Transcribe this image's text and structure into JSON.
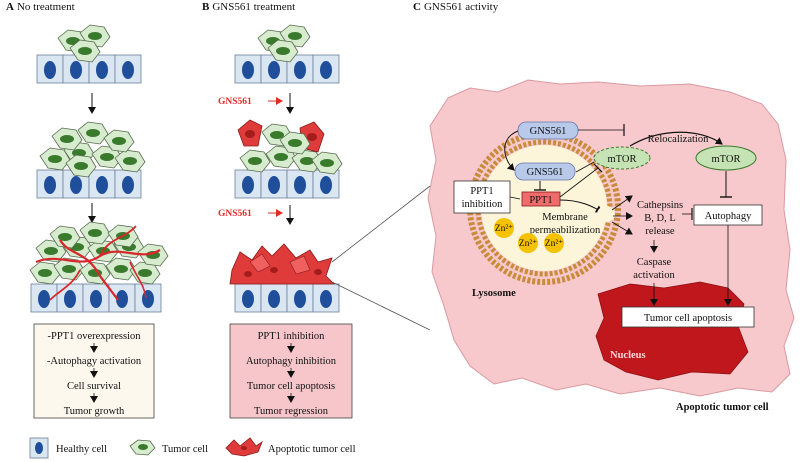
{
  "panels": {
    "a": {
      "letter": "A",
      "title": "No treatment"
    },
    "b": {
      "letter": "B",
      "title": "GNS561 treatment"
    },
    "c": {
      "letter": "C",
      "title": "GNS561 activity"
    }
  },
  "drug_label": "GNS561",
  "panel_a_steps": [
    "-PPT1 overexpression",
    "-Autophagy activation",
    "Cell survival",
    "Tumor growth"
  ],
  "panel_b_steps": [
    "PPT1 inhibition",
    "Autophagy inhibition",
    "Tumor cell apoptosis",
    "Tumor regression"
  ],
  "activity": {
    "gns561_outer": "GNS561",
    "gns561_inner": "GNS561",
    "ppt1": "PPT1",
    "ppt1_inhibition_line1": "PPT1",
    "ppt1_inhibition_line2": "inhibition",
    "membrane_line1": "Membrane",
    "membrane_line2": "permeabilization",
    "zinc": "Zn²⁺",
    "mtor_left": "mTOR",
    "mtor_right": "mTOR",
    "relocalization": "Relocalization",
    "cathepsins_line1": "Cathepsins",
    "cathepsins_line2": "B, D, L",
    "cathepsins_line3": "release",
    "autophagy": "Autophagy",
    "caspase_line1": "Caspase",
    "caspase_line2": "activation",
    "apoptosis": "Tumor cell apoptosis",
    "lysosome": "Lysosome",
    "nucleus": "Nucleus",
    "apoptotic_cell": "Apoptotic tumor cell"
  },
  "legend": {
    "healthy": "Healthy cell",
    "tumor": "Tumor cell",
    "apoptotic": "Apoptotic tumor cell"
  },
  "colors": {
    "healthy_fill": "#dbe6f3",
    "nucleus_blue": "#1f4e9b",
    "tumor_fill": "#d7ebcf",
    "tumor_nucleus": "#3a7a2d",
    "apoptotic_red": "#e03b3b",
    "vessel_red": "#d9262a",
    "cell_pink": "#f7c9cc",
    "lysosome_yellow": "#fdf5da",
    "lysosome_ring": "#c98a3a",
    "nucleus_red": "#c0171d",
    "gns_fill": "#b8c9ea",
    "mtor_fill": "#c6e3b5",
    "zn_fill": "#f5c200",
    "box_a_fill": "#fdf8ee",
    "box_b_fill": "#f6c6cb"
  }
}
